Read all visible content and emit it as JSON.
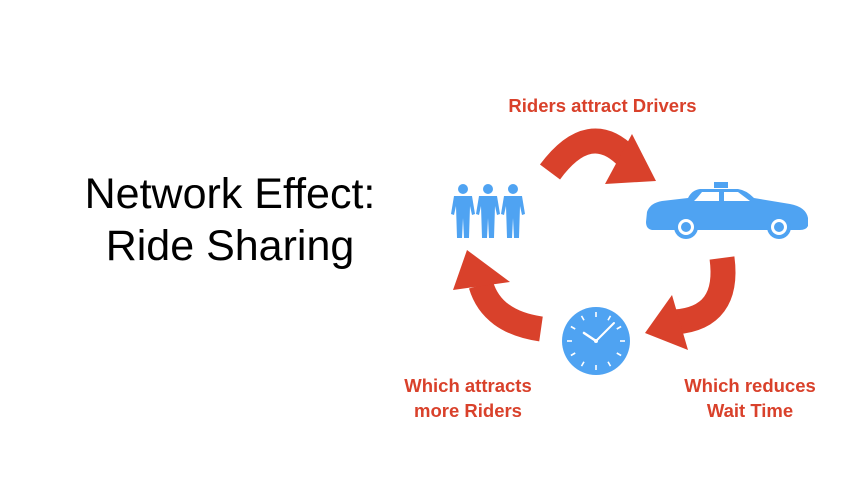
{
  "title": {
    "line1": "Network Effect:",
    "line2": "Ride Sharing"
  },
  "labels": {
    "riders_attract_drivers": "Riders attract Drivers",
    "which_attracts": {
      "line1": "Which attracts",
      "line2": "more Riders"
    },
    "which_reduces": {
      "line1": "Which reduces",
      "line2": "Wait Time"
    }
  },
  "nodes": [
    "riders-icon",
    "taxi-icon",
    "clock-icon"
  ],
  "colors": {
    "arrow": "#d9412b",
    "icon": "#4fa3f2",
    "text": "#000000"
  }
}
